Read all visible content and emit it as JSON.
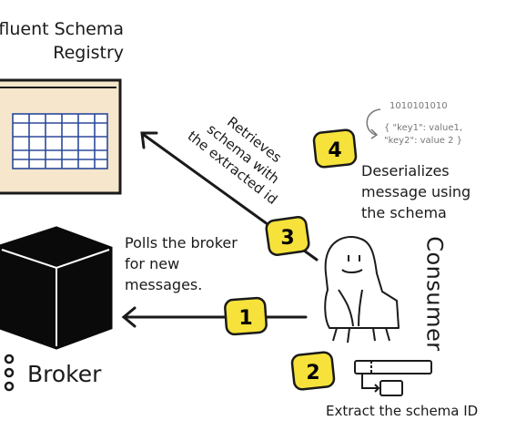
{
  "registry": {
    "title": "fluent Schema\nRegistry"
  },
  "broker": {
    "label": "Broker"
  },
  "consumer": {
    "label": "Consumer"
  },
  "steps": [
    {
      "number": "1",
      "text": "Polls the broker\nfor new\nmessages."
    },
    {
      "number": "2",
      "text": "Extract the schema ID"
    },
    {
      "number": "3",
      "text": "Retrieves\nschema with\nthe extracted id"
    },
    {
      "number": "4",
      "text": "Deserializes\nmessage using\nthe schema"
    }
  ],
  "message_sample": {
    "binary": "1010101010",
    "json": "{  \"key1\": value1,\n    \"key2\": value 2  }"
  },
  "colors": {
    "badge_fill": "#f6e23a",
    "registry_fill": "#f5e6cc",
    "grid_stroke": "#2b4a9a",
    "ink": "#1a1a1a"
  }
}
